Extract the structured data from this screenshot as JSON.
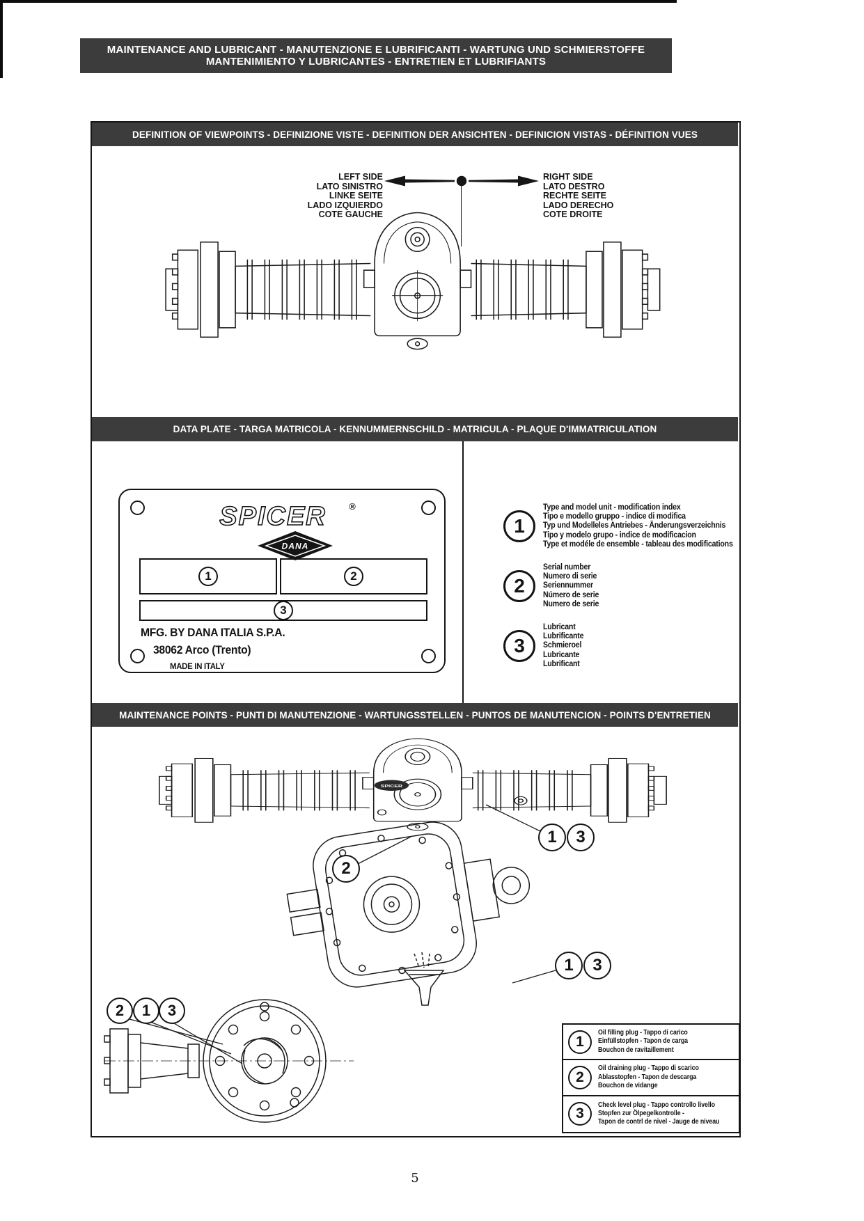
{
  "page": {
    "number": "5"
  },
  "banner": {
    "line1": "MAINTENANCE AND LUBRICANT - MANUTENZIONE E LUBRIFICANTI - WARTUNG UND SCHMIERSTOFFE",
    "line2": "MANTENIMIENTO Y LUBRICANTES - ENTRETIEN ET LUBRIFIANTS"
  },
  "viewpoints": {
    "title": "DEFINITION OF VIEWPOINTS - DEFINIZIONE VISTE - DEFINITION DER ANSICHTEN - DEFINICION VISTAS - DÉFINITION VUES",
    "left": [
      "LEFT SIDE",
      "LATO SINISTRO",
      "LINKE SEITE",
      "LADO IZQUIERDO",
      "COTE GAUCHE"
    ],
    "right": [
      "RIGHT SIDE",
      "LATO DESTRO",
      "RECHTE SEITE",
      "LADO DERECHO",
      "COTE DROITE"
    ]
  },
  "data_plate": {
    "title": "DATA PLATE - TARGA MATRICOLA - KENNUMMERNSCHILD - MATRICULA - PLAQUE D'IMMATRICULATION",
    "plate": {
      "brand": "SPICER",
      "reg_mark": "®",
      "diamond": "DANA",
      "fields": [
        "1",
        "2",
        "3"
      ],
      "mfg1": "MFG. BY DANA ITALIA S.P.A.",
      "mfg2": "38062 Arco (Trento)",
      "mfg3": "MADE IN ITALY"
    },
    "legend": [
      {
        "num": "1",
        "lines": [
          "Type and model unit - modification index",
          "Tipo e modello gruppo - indice di modifica",
          "Typ und Modelleles Antriebes - Änderungsverzeichnis",
          "Tipo y modelo grupo - indice de modificacion",
          "Type et modéle de ensemble - tableau des modifications"
        ]
      },
      {
        "num": "2",
        "lines": [
          "Serial number",
          "Numero di serie",
          "Seriennummer",
          "Número de serie",
          "Numero de serie"
        ]
      },
      {
        "num": "3",
        "lines": [
          "Lubricant",
          "Lubrificante",
          "Schmieroel",
          "Lubricante",
          "Lubrificant"
        ]
      }
    ]
  },
  "maintenance": {
    "title": "MAINTENANCE POINTS - PUNTI DI MANUTENZIONE - WARTUNGSSTELLEN - PUNTOS DE MANUTENCION - POINTS D'ENTRETIEN",
    "housing_label": "SPICER",
    "callouts": {
      "axle_pair": [
        "1",
        "3"
      ],
      "axle_drain": "2",
      "diff_pair": [
        "1",
        "3"
      ],
      "hub": [
        "2",
        "1",
        "3"
      ]
    },
    "legend": [
      {
        "num": "1",
        "lines": [
          "Oil filling plug - Tappo di carico",
          "Einfüllstopfen - Tapon de carga",
          "Bouchon de ravitaillement"
        ]
      },
      {
        "num": "2",
        "lines": [
          "Oil draining plug - Tappo di scarico",
          "Ablasstopfen - Tapon de descarga",
          "Bouchon de vidange"
        ]
      },
      {
        "num": "3",
        "lines": [
          "Check level plug - Tappo controllo livello",
          "Stopfen zur Ölpegelkontrolle -",
          "Tapon de contrl de nivel - Jauge de niveau"
        ]
      }
    ]
  },
  "colors": {
    "bar_bg": "#3c3c3c",
    "bar_text": "#ffffff",
    "line": "#1c1c1c"
  }
}
